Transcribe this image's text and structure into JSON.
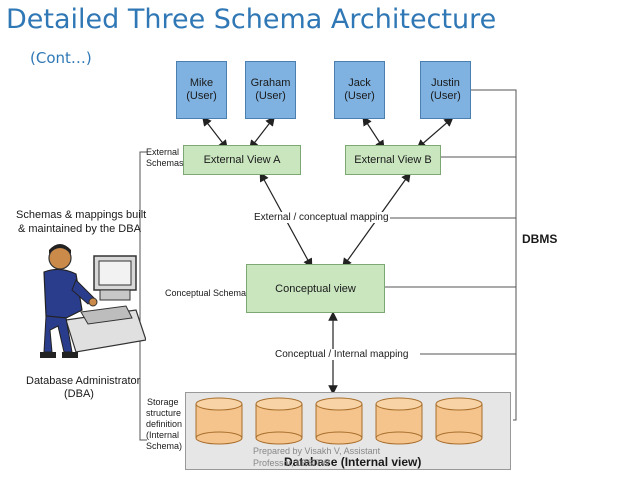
{
  "title": "Detailed Three Schema Architecture",
  "subtitle": "(Cont…)",
  "users": [
    {
      "name": "Mike",
      "role": "(User)"
    },
    {
      "name": "Graham",
      "role": "(User)"
    },
    {
      "name": "Jack",
      "role": "(User)"
    },
    {
      "name": "Justin",
      "role": "(User)"
    }
  ],
  "external_views": [
    "External View A",
    "External View B"
  ],
  "labels": {
    "external_schemas_1": "External",
    "external_schemas_2": "Schemas",
    "ext_conceptual_mapping": "External  / conceptual mapping",
    "conceptual_schema": "Conceptual Schema",
    "conceptual_view": "Conceptual view",
    "conceptual_internal_mapping": "Conceptual /  Internal mapping",
    "dbms": "DBMS",
    "schemas_mappings_1": "Schemas & mappings built",
    "schemas_mappings_2": "& maintained by the DBA",
    "dba_1": "Database Administrator",
    "dba_2": "(DBA)",
    "storage_1": "Storage",
    "storage_2": "structure",
    "storage_3": "definition",
    "storage_4": "(Internal",
    "storage_5": "Schema)",
    "database": "Database (Internal view)",
    "footer_1": "Prepared by Visakh V, Assistant",
    "footer_2": "Professor, LBSITW"
  },
  "colors": {
    "title": "#2f78b5",
    "user_box": "#7fb2e0",
    "view_box": "#c9e6bf",
    "disk": "#f4c48c"
  }
}
